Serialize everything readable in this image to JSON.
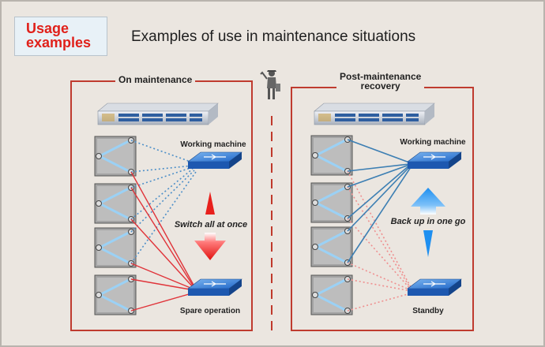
{
  "badge": {
    "label": "Usage\nexamples"
  },
  "header": {
    "title": "Examples of use in maintenance situations"
  },
  "panels": {
    "left": {
      "title": "On maintenance",
      "working_label": "Working machine",
      "switch_label": "Switch all at once",
      "spare_label": "Spare operation"
    },
    "right": {
      "title": "Post-maintenance\nrecovery",
      "working_label": "Working machine",
      "backup_label": "Back up in one go",
      "standby_label": "Standby"
    }
  },
  "colors": {
    "panel_border": "#bf3b2f",
    "red_line": "#e0343a",
    "blue_line": "#3d7fb3",
    "arrow_red": "#ee1c1c",
    "arrow_blue": "#1e8ff0",
    "badge_text": "#e0201a"
  },
  "icons": [
    "rack-chassis-icon",
    "patch-panel-icon",
    "network-switch-icon",
    "maintenance-worker-icon",
    "red-arrow-icon",
    "blue-arrow-icon"
  ]
}
